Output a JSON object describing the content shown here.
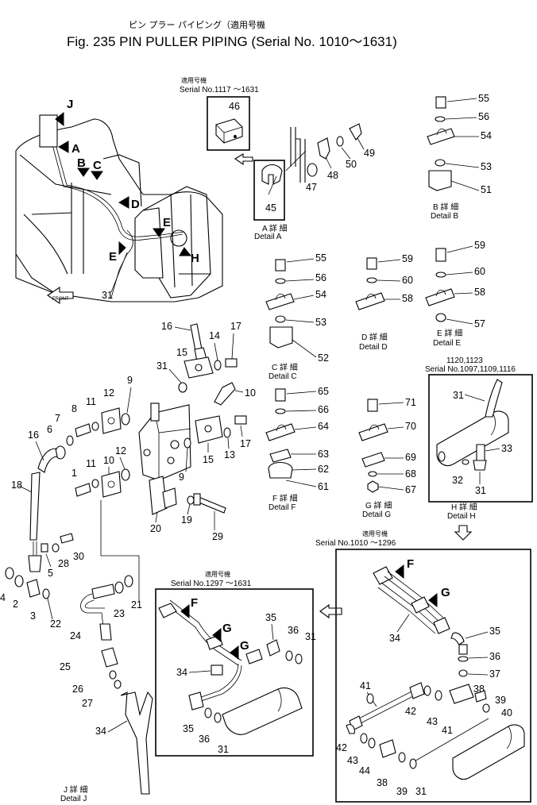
{
  "title": {
    "jp_line": "ピン プラー パイピング（適用号機",
    "main": "Fig. 235  PIN  PULLER  PIPING (Serial No. 1010～1631)"
  },
  "serial_boxes": {
    "s1117": {
      "jp": "適用号機",
      "text": "Serial No.1117 ～1631"
    },
    "s1120": {
      "line1": "1120,1123",
      "line2": "Serial No.1097,1109,1116"
    },
    "s1010": {
      "jp": "適用号機",
      "text": "Serial No.1010 ～1296"
    },
    "s1297": {
      "jp": "適用号機",
      "text": "Serial No.1297 ～1631"
    }
  },
  "details": {
    "A": {
      "jp": "A 詳 細",
      "en": "Detail  A"
    },
    "B": {
      "jp": "B 詳 細",
      "en": "Detail  B"
    },
    "C": {
      "jp": "C 詳 細",
      "en": "Detail  C"
    },
    "D": {
      "jp": "D 詳 細",
      "en": "Detail  D"
    },
    "E": {
      "jp": "E 詳 細",
      "en": "Detail  E"
    },
    "F": {
      "jp": "F 詳 細",
      "en": "Detail  F"
    },
    "G": {
      "jp": "G 詳 細",
      "en": "Detail  G"
    },
    "H": {
      "jp": "H 詳 細",
      "en": "Detail  H"
    },
    "J": {
      "jp": "J 詳 細",
      "en": "Detail  J"
    }
  },
  "letters": [
    "J",
    "A",
    "B",
    "C",
    "D",
    "E",
    "E",
    "H",
    "F",
    "G",
    "F",
    "G",
    "G"
  ],
  "front_label": "FRONT",
  "callouts": [
    {
      "n": "46"
    },
    {
      "n": "45"
    },
    {
      "n": "47"
    },
    {
      "n": "48"
    },
    {
      "n": "50"
    },
    {
      "n": "49"
    },
    {
      "n": "55"
    },
    {
      "n": "56"
    },
    {
      "n": "54"
    },
    {
      "n": "53"
    },
    {
      "n": "51"
    },
    {
      "n": "55"
    },
    {
      "n": "56"
    },
    {
      "n": "54"
    },
    {
      "n": "53"
    },
    {
      "n": "52"
    },
    {
      "n": "59"
    },
    {
      "n": "60"
    },
    {
      "n": "58"
    },
    {
      "n": "59"
    },
    {
      "n": "60"
    },
    {
      "n": "58"
    },
    {
      "n": "57"
    },
    {
      "n": "65"
    },
    {
      "n": "66"
    },
    {
      "n": "64"
    },
    {
      "n": "63"
    },
    {
      "n": "62"
    },
    {
      "n": "61"
    },
    {
      "n": "71"
    },
    {
      "n": "70"
    },
    {
      "n": "69"
    },
    {
      "n": "68"
    },
    {
      "n": "67"
    },
    {
      "n": "31"
    },
    {
      "n": "31"
    },
    {
      "n": "33"
    },
    {
      "n": "32"
    },
    {
      "n": "31"
    },
    {
      "n": "16"
    },
    {
      "n": "17"
    },
    {
      "n": "14"
    },
    {
      "n": "15"
    },
    {
      "n": "31"
    },
    {
      "n": "10"
    },
    {
      "n": "9"
    },
    {
      "n": "12"
    },
    {
      "n": "11"
    },
    {
      "n": "8"
    },
    {
      "n": "7"
    },
    {
      "n": "6"
    },
    {
      "n": "16"
    },
    {
      "n": "17"
    },
    {
      "n": "13"
    },
    {
      "n": "15"
    },
    {
      "n": "9"
    },
    {
      "n": "10"
    },
    {
      "n": "12"
    },
    {
      "n": "11"
    },
    {
      "n": "1"
    },
    {
      "n": "18"
    },
    {
      "n": "20"
    },
    {
      "n": "19"
    },
    {
      "n": "29"
    },
    {
      "n": "30"
    },
    {
      "n": "28"
    },
    {
      "n": "5"
    },
    {
      "n": "4"
    },
    {
      "n": "2"
    },
    {
      "n": "3"
    },
    {
      "n": "22"
    },
    {
      "n": "23"
    },
    {
      "n": "21"
    },
    {
      "n": "24"
    },
    {
      "n": "25"
    },
    {
      "n": "26"
    },
    {
      "n": "27"
    },
    {
      "n": "34"
    },
    {
      "n": "35"
    },
    {
      "n": "36"
    },
    {
      "n": "31"
    },
    {
      "n": "34"
    },
    {
      "n": "35"
    },
    {
      "n": "36"
    },
    {
      "n": "31"
    },
    {
      "n": "34"
    },
    {
      "n": "35"
    },
    {
      "n": "36"
    },
    {
      "n": "37"
    },
    {
      "n": "38"
    },
    {
      "n": "39"
    },
    {
      "n": "40"
    },
    {
      "n": "41"
    },
    {
      "n": "42"
    },
    {
      "n": "43"
    },
    {
      "n": "41"
    },
    {
      "n": "42"
    },
    {
      "n": "43"
    },
    {
      "n": "44"
    },
    {
      "n": "38"
    },
    {
      "n": "39"
    },
    {
      "n": "31"
    }
  ]
}
